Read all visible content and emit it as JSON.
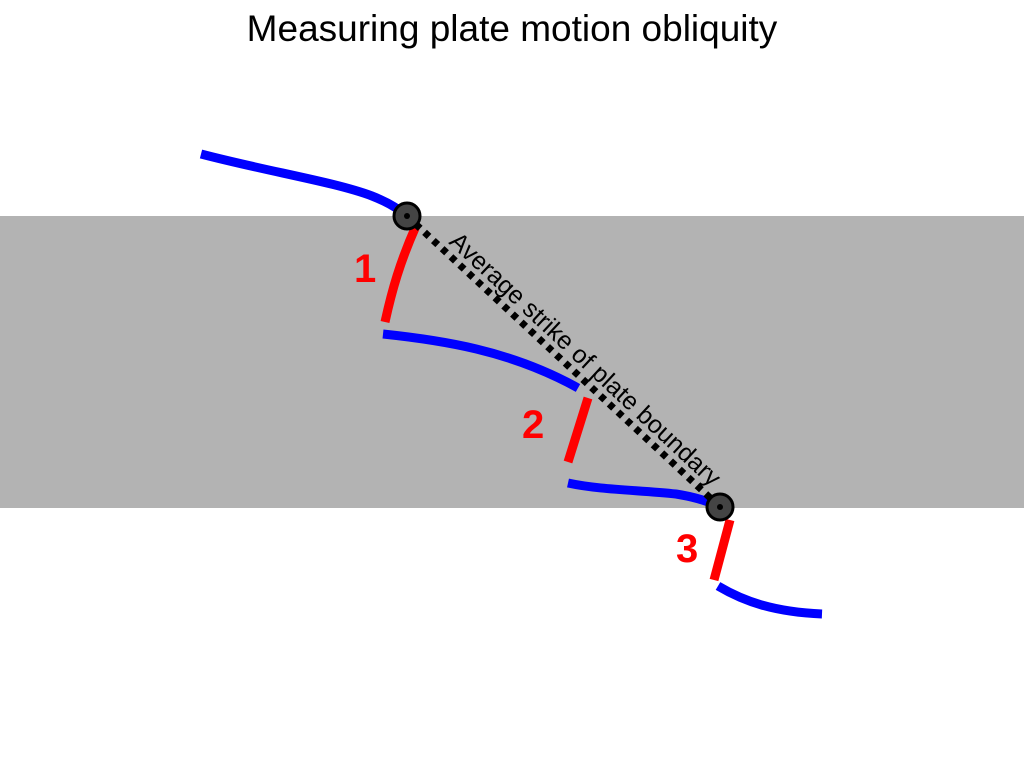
{
  "title": "Measuring plate motion obliquity",
  "strike_label": "Average strike of plate boundary",
  "segment_labels": [
    "1",
    "2",
    "3"
  ],
  "colors": {
    "background": "#ffffff",
    "band": "#b3b3b3",
    "ridge_segment": "#0000ff",
    "transform_fault": "#ff0000",
    "segment_label": "#ff0000",
    "strike_line": "#000000",
    "endpoint_marker": "#444444",
    "text": "#000000"
  },
  "icons": {
    "endpoint_marker": "endpoint-circle-icon"
  }
}
